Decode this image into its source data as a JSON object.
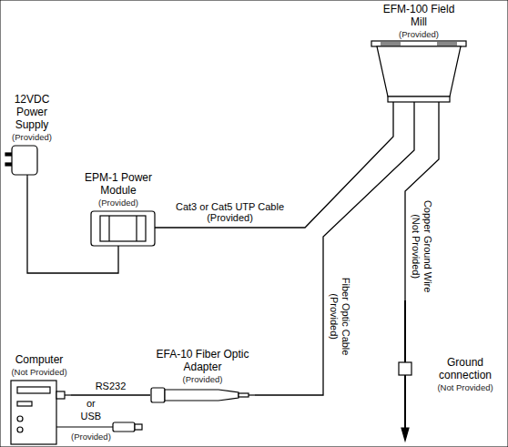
{
  "diagram": {
    "nodes": [
      {
        "text": [
          "EFM-100 Field Mill",
          "(Provided)"
        ]
      },
      {
        "text": [
          "12VDC Power Supply",
          "(Provided)"
        ]
      },
      {
        "text": [
          "EPM-1 Power Module",
          "(Provided)"
        ]
      },
      {
        "text": [
          "Computer",
          "(Not Provided)"
        ]
      },
      {
        "text": [
          "EFA-10 Fiber Optic Adapter",
          "(Provided)"
        ]
      },
      {
        "text": [
          "Ground connection",
          "(Not Provided)"
        ]
      }
    ],
    "edges": [
      {
        "from": 0,
        "to": 2,
        "label": "Cat3 or Cat5 UTP Cable (Provided)",
        "arrow": "none"
      },
      {
        "from": 1,
        "to": 2,
        "arrow": "none"
      },
      {
        "from": 0,
        "to": 4,
        "label": "Fiber Optic Cable (Provided)",
        "arrow": "none"
      },
      {
        "from": 0,
        "to": 5,
        "label": "Copper Ground Wire (Not Provided)",
        "arrow": "none"
      },
      {
        "from": 3,
        "to": 4,
        "label": "RS232",
        "arrow": "none"
      }
    ],
    "labels": [
      "or",
      "USB",
      "(Provided)"
    ]
  }
}
